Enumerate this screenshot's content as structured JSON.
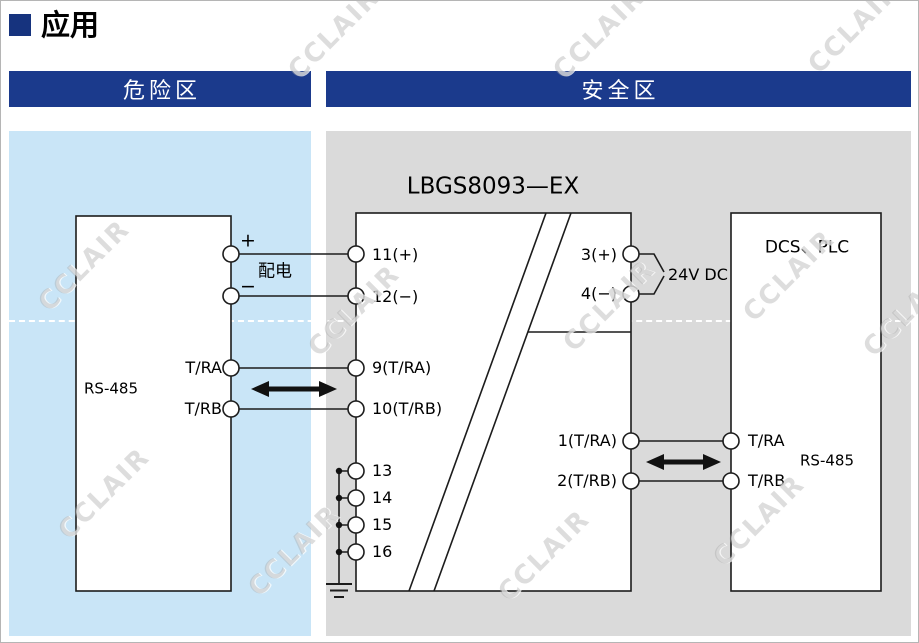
{
  "page": {
    "title": "应用"
  },
  "zones": {
    "hazardous": "危险区",
    "safe": "安全区"
  },
  "watermark": "CCLAIR",
  "colors": {
    "header_bar": "#1b3a8c",
    "hazard_panel": "#c9e5f7",
    "safe_panel": "#dadada",
    "line": "#1c1c1c"
  },
  "field_device": {
    "plus": "+",
    "minus": "−",
    "power_label": "配电",
    "tra": "T/RA",
    "trb": "T/RB",
    "bus": "RS-485"
  },
  "isolator": {
    "model": "LBGS8093—EX",
    "left_terminals": [
      "11(+)",
      "12(−)",
      "9(T/RA)",
      "10(T/RB)",
      "13",
      "14",
      "15",
      "16"
    ],
    "right_terminals": [
      "3(+)",
      "4(−)",
      "1(T/RA)",
      "2(T/RB)"
    ],
    "supply": "24V DC"
  },
  "control_system": {
    "name": "DCS、PLC",
    "tra": "T/RA",
    "trb": "T/RB",
    "bus": "RS-485"
  }
}
